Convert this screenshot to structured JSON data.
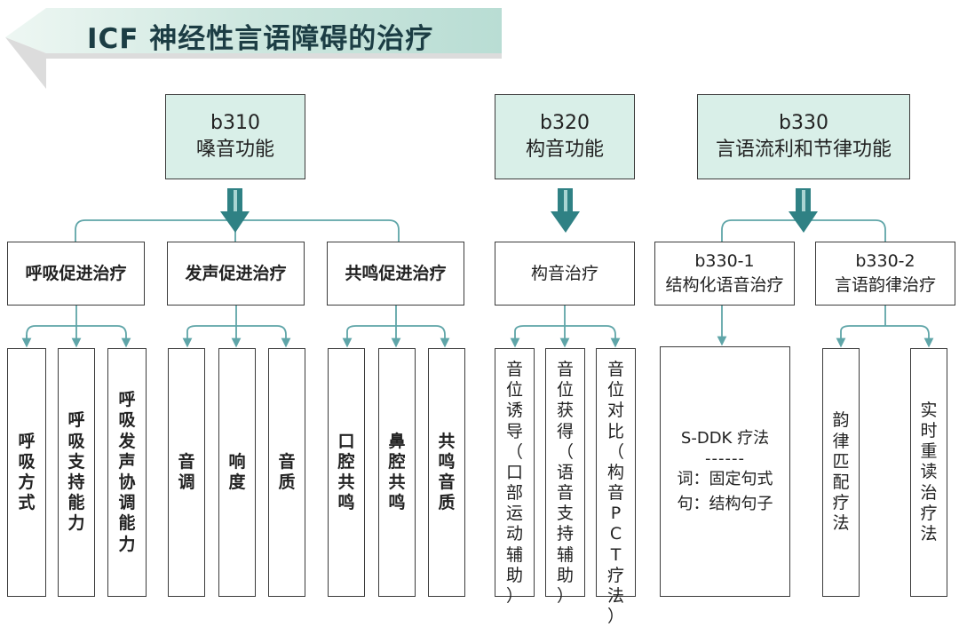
{
  "title": "ICF 神经性言语障碍的治疗",
  "colors": {
    "connector": "#5fa5a8",
    "arrow": "#2f8184",
    "header_fill": "#d9efe8",
    "banner": "#cfe8e0"
  },
  "b310": {
    "code": "b310",
    "label": "嗓音功能",
    "children": [
      {
        "label": "呼吸促进治疗",
        "leaves": [
          "呼吸方式",
          "呼吸支持能力",
          "呼吸发声协调能力"
        ]
      },
      {
        "label": "发声促进治疗",
        "leaves": [
          "音调",
          "响度",
          "音质"
        ]
      },
      {
        "label": "共鸣促进治疗",
        "leaves": [
          "口腔共鸣",
          "鼻腔共鸣",
          "共鸣音质"
        ]
      }
    ]
  },
  "b320": {
    "code": "b320",
    "label": "构音功能",
    "children": [
      {
        "label": "构音治疗",
        "leaves": [
          "音位诱导（口部运动辅助）",
          "音位获得（语音支持辅助）",
          "音位对比（构音PCT疗法）"
        ]
      }
    ]
  },
  "b330": {
    "code": "b330",
    "label": "言语流利和节律功能",
    "children": [
      {
        "code": "b330-1",
        "label": "结构化语音治疗",
        "detail": {
          "title": "S-DDK 疗法",
          "dash": "------",
          "line1": "词：固定句式",
          "line2": "句：结构句子"
        }
      },
      {
        "code": "b330-2",
        "label": "言语韵律治疗",
        "leaves": [
          "韵律匹配疗法",
          "实时重读治疗法"
        ]
      }
    ]
  }
}
